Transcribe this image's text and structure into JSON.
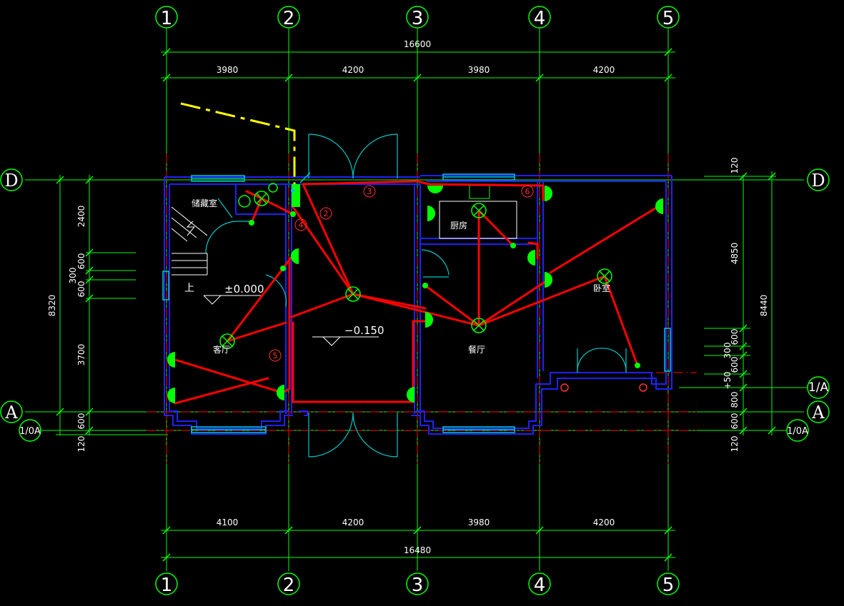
{
  "colors": {
    "background": "#000000",
    "grid": "#00ff00",
    "axis_line": "#ff0000",
    "wall": "#2020ff",
    "wiring": "#ff0000",
    "door": "#00c8c8",
    "fixture": "#00ff00",
    "service_line": "#ffff00"
  },
  "axes": {
    "columns": [
      "1",
      "2",
      "3",
      "4",
      "5"
    ],
    "rows": {
      "D": "D",
      "A": "A",
      "one_over_A": "1/A",
      "one_over_0A": "1/0A"
    }
  },
  "dimensions": {
    "top_total": "16600",
    "top_spans": [
      "3980",
      "4200",
      "3980",
      "4200"
    ],
    "bottom_total": "16480",
    "bottom_spans": [
      "4100",
      "4200",
      "3980",
      "4200"
    ],
    "left_total": "8320",
    "left_spans": {
      "s2400": "2400",
      "s600a": "600",
      "s300": "300",
      "s600b": "600",
      "s3700": "3700",
      "s600c": "600",
      "s120": "120"
    },
    "right_total": "8440",
    "right_spans": {
      "s120": "120",
      "s4850": "4850",
      "s600a": "600",
      "s300": "300",
      "s600b": "600",
      "s50": "+50",
      "s800": "800",
      "s600c": "600",
      "s120b": "120"
    }
  },
  "rooms": {
    "storage": "储藏室",
    "kitchen": "厨房",
    "living": "客厅",
    "dining": "餐厅",
    "bedroom": "卧室"
  },
  "elevations": {
    "main": "±0.000",
    "lower": "−0.150"
  },
  "stair_label": "上",
  "circuits": [
    "2",
    "3",
    "4",
    "5",
    "6"
  ]
}
